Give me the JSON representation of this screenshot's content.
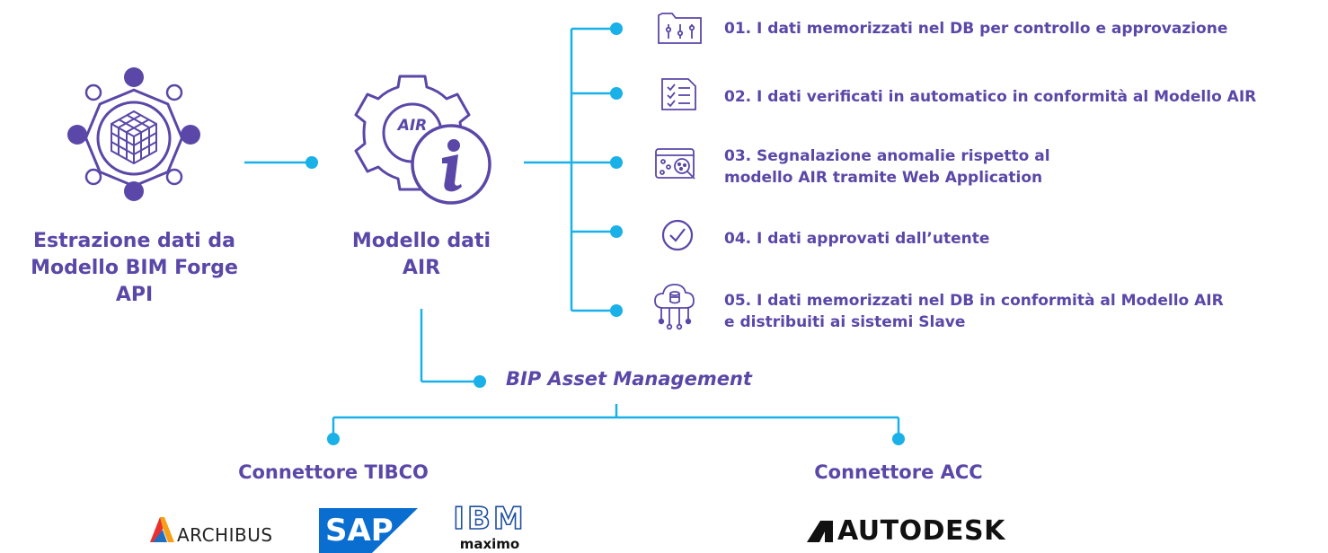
{
  "source": {
    "line1": "Estrazione dati da",
    "line2": "Modello BIM Forge API"
  },
  "model": {
    "icon_text": "AIR",
    "line1": "Modello dati",
    "line2": "AIR"
  },
  "steps": [
    {
      "num": "01.",
      "text": "I dati memorizzati nel DB per controllo e approvazione",
      "text2": ""
    },
    {
      "num": "02.",
      "text": "I dati verificati in automatico in conformità al Modello AIR",
      "text2": ""
    },
    {
      "num": "03.",
      "text": "Segnalazione anomalie rispetto al",
      "text2": "modello AIR tramite Web Application"
    },
    {
      "num": "04.",
      "text": "I dati approvati dall’utente",
      "text2": ""
    },
    {
      "num": "05.",
      "text": "I dati memorizzati nel DB in conformità al Modello AIR",
      "text2": "e distribuiti ai sistemi Slave"
    }
  ],
  "asset_management": "BIP Asset Management",
  "connectors": {
    "tibco": "Connettore TIBCO",
    "acc": "Connettore ACC"
  },
  "logos": {
    "archibus": "ARCHIBUS",
    "sap": "SAP",
    "ibm": "IBM",
    "maximo": "maximo",
    "autodesk": "AUTODESK"
  },
  "colors": {
    "purple": "#5b47a7",
    "cyan": "#1ab0e8",
    "sap_blue": "#0a6ed1"
  }
}
